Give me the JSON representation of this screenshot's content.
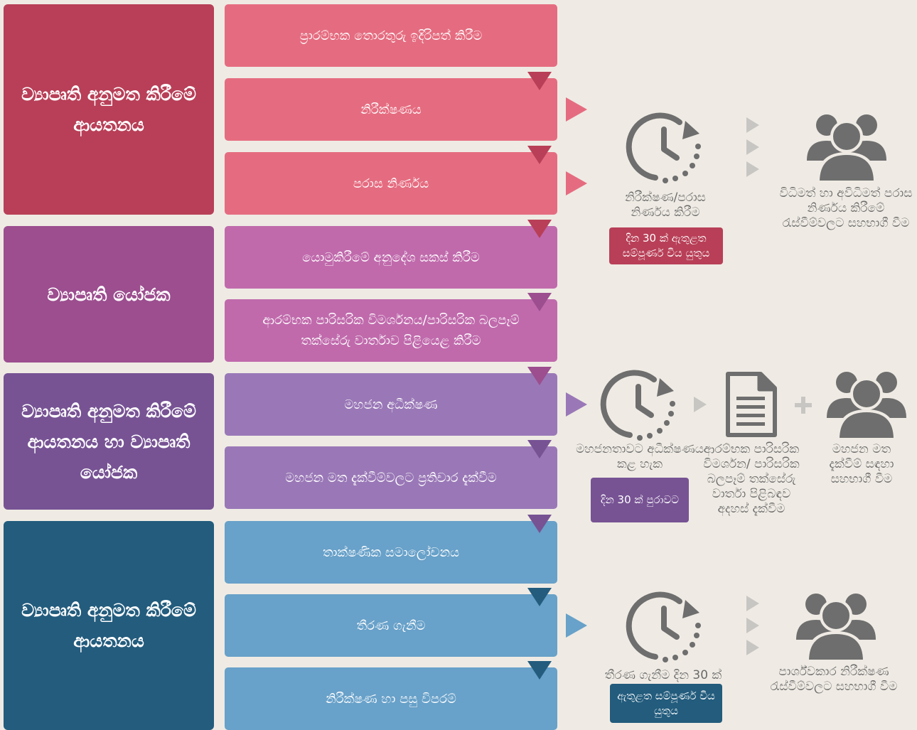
{
  "groups": [
    {
      "label": "ව්‍යාපෘති අනුමත කිරීමේ ආයතනය",
      "color": "#b83f57"
    },
    {
      "label": "ව්‍යාපෘති යෝජක",
      "color": "#9c4e8f"
    },
    {
      "label": "ව්‍යාපෘති අනුමත කිරීමේ ආයතනය හා ව්‍යාපෘති යෝජක",
      "color": "#775394"
    },
    {
      "label": "ව්‍යාපෘති අනුමත කිරීමේ ආයතනය",
      "color": "#235c7d"
    }
  ],
  "steps": [
    {
      "label": "ප්‍රාරම්භක තොරතුරු ඉදිරිපත් කිරීම",
      "color": "#e56c80"
    },
    {
      "label": "නිරීක්ෂණය",
      "color": "#e56c80"
    },
    {
      "label": "පරාස නිර්ණය",
      "color": "#e56c80"
    },
    {
      "label": "යොමුකිරීමේ අනුදේශ සකස් කිරීම",
      "color": "#c06aac"
    },
    {
      "label": "ආරම්භක පාරිසරික විමර්ශනය/පාරිසරික බලපෑම් තක්සේරු වාර්තාව පිළියෙළ කිරීම",
      "color": "#c06aac"
    },
    {
      "label": "මහජන අධීක්ෂණ",
      "color": "#9a78b7"
    },
    {
      "label": "මහජන මත දැක්වීම්වලට ප්‍රතිචාර දැක්වීම",
      "color": "#9a78b7"
    },
    {
      "label": "තාක්ෂණික සමාලෝචනය",
      "color": "#68a1c9"
    },
    {
      "label": "තීරණ ගැනීම",
      "color": "#68a1c9"
    },
    {
      "label": "නිරීක්ෂණ හා පසු විපරම්",
      "color": "#68a1c9"
    }
  ],
  "colors": {
    "arrow_red": "#b83f57",
    "arrow_pink": "#e56c80",
    "arrow_purple": "#9c4e8f",
    "arrow_violet": "#775394",
    "arrow_violet_light": "#9a78b7",
    "arrow_blue": "#235c7d",
    "arrow_blue_light": "#68a1c9",
    "icon_gray": "#6e6e6e",
    "chevron_gray": "#c8c6c3"
  },
  "panel1": {
    "clock_label": "නිරීක්ෂණ/පරාස නිර්ණය කිරීම",
    "badge": "දින 30 ක් ඇතුළත සම්පූර්ණ විය යුතුය",
    "people_label": "විධිමත් හා අවිධිමත් පරාස නිර්ණය කිරීමේ රැස්වීම්වලට සහභාගී වීම",
    "icons": [
      "clock-icon",
      "people-icon"
    ]
  },
  "panel2": {
    "clock_label": "මහජනතාවට අධීක්ෂණය කළ හැක",
    "badge": "දින 30 ක් පුරාවට",
    "doc_label": "ආරම්භක පාරිසරික විමර්ශන/ පාරිසරික බලපෑම් තක්සේරු වාර්තා පිළිබඳව අදහස් දැක්වීම",
    "people_label": "මහජන මත දැක්වීම් සඳහා සහභාගී වීම",
    "icons": [
      "clock-icon",
      "document-icon",
      "plus-icon",
      "people-icon"
    ]
  },
  "panel3": {
    "clock_label": "තීරණ ගැනීම දින 30 ක්",
    "badge": "ඇතුළත සම්පූර්ණ විය යුතුය",
    "people_label": "පාර්ශ්වකාර නිරීක්ෂණ රැස්වීම්වලට සහභාගී වීම",
    "icons": [
      "clock-icon",
      "people-icon"
    ]
  }
}
